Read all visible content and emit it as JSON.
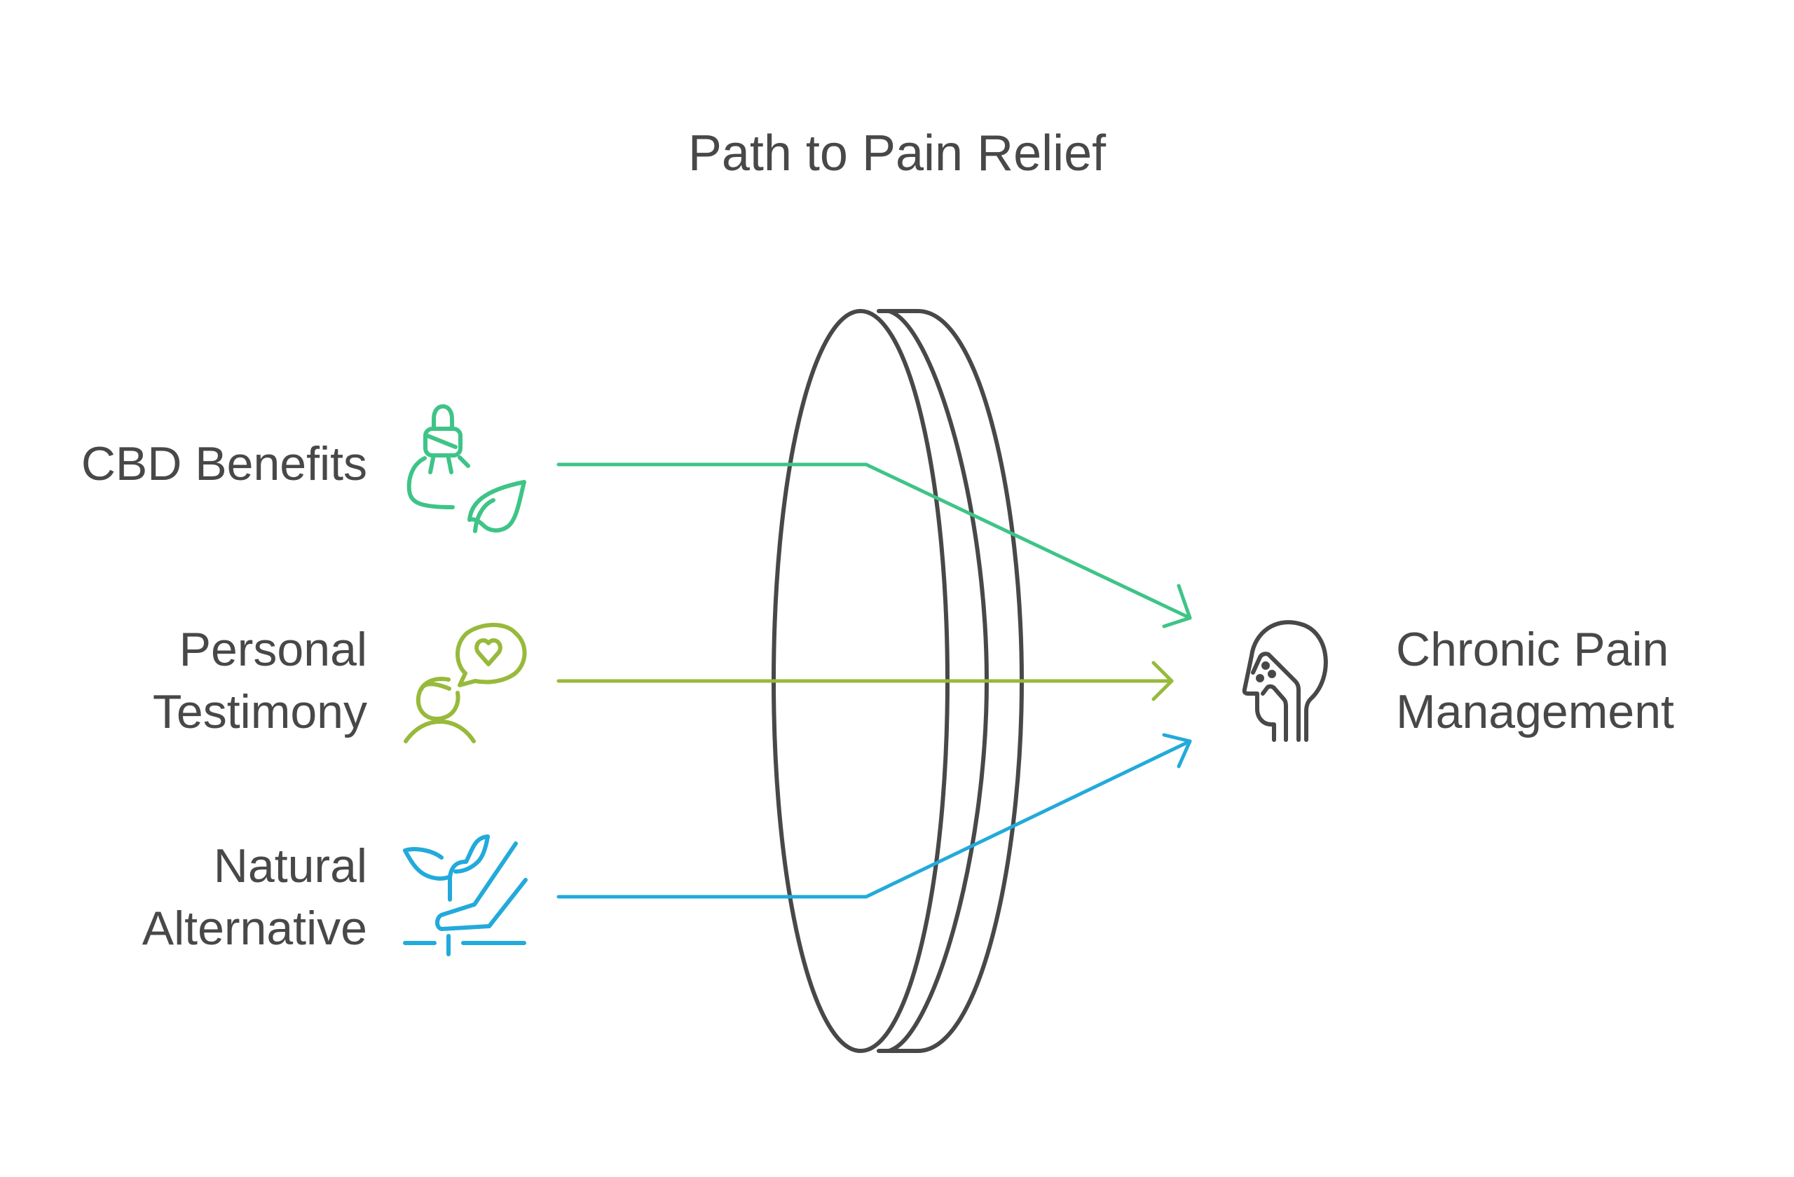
{
  "title": "Path to Pain Relief",
  "inputs": [
    {
      "label_lines": [
        "CBD Benefits"
      ],
      "icon": "cbd-dropper-leaf-icon",
      "color": "#3EC487"
    },
    {
      "label_lines": [
        "Personal",
        "Testimony"
      ],
      "icon": "person-speech-heart-icon",
      "color": "#97BA3B"
    },
    {
      "label_lines": [
        "Natural",
        "Alternative"
      ],
      "icon": "hand-sprout-icon",
      "color": "#22AADB"
    }
  ],
  "lens": {
    "icon": "lens-icon",
    "color": "#484848"
  },
  "output": {
    "label_lines": [
      "Chronic Pain",
      "Management"
    ],
    "icon": "head-pain-icon",
    "color": "#484848"
  }
}
